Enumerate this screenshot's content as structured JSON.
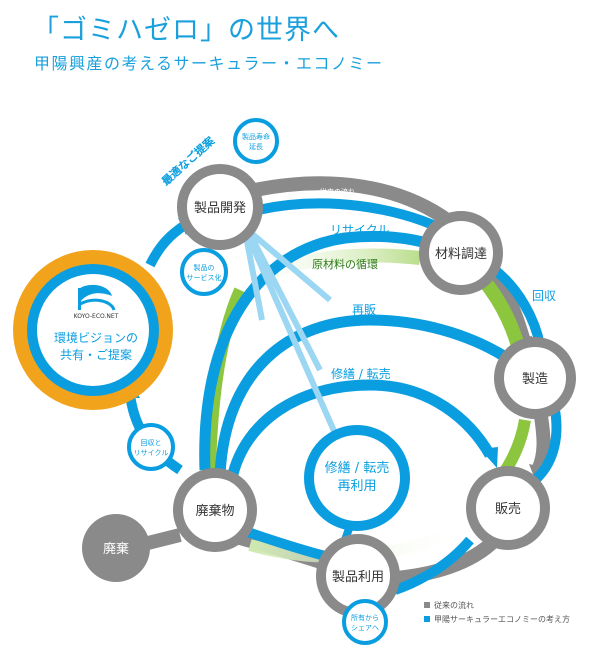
{
  "header": {
    "title": "「ゴミハゼロ」の世界へ",
    "subtitle": "甲陽興産の考えるサーキュラー・エコノミー"
  },
  "colors": {
    "blue": "#0a9ee0",
    "light_blue": "#9bd6f3",
    "gray": "#8a8a8a",
    "orange": "#f2a31c",
    "green": "#8cc63f",
    "light_green": "#d3ecb4"
  },
  "logo": {
    "text": "KOYO-ECO.NET",
    "icon": "koyo-eco-logo-icon"
  },
  "center": {
    "line1": "環境ビジョンの",
    "line2": "共有・ご提案"
  },
  "nodes": {
    "product_dev": "製品開発",
    "material": "材料調達",
    "manufacture": "製造",
    "sales": "販売",
    "use": "製品利用",
    "waste": "廃棄物",
    "disposal": "廃棄"
  },
  "bubbles": {
    "life_ext": [
      "製品寿命",
      "延長"
    ],
    "servitize": [
      "製品の",
      "サービス化"
    ],
    "collect_recycle": [
      "回収と",
      "リサイクル"
    ],
    "share": [
      "所有から",
      "シェアへ"
    ]
  },
  "inner_circle": {
    "line1": "修繕 / 転売",
    "line2": "再利用"
  },
  "labels": {
    "optimal": "最適なご提案",
    "conventional_flow": "従来の流れ",
    "recycle": "リサイクル",
    "material_cycle": "原材料の循環",
    "resale": "再販",
    "repair": "修繕 / 転売",
    "collect": "回収"
  },
  "legend": [
    {
      "color": "#8a8a8a",
      "label": "従来の流れ"
    },
    {
      "color": "#0a9ee0",
      "label": "甲陽サーキュラーエコノミーの考え方"
    }
  ]
}
